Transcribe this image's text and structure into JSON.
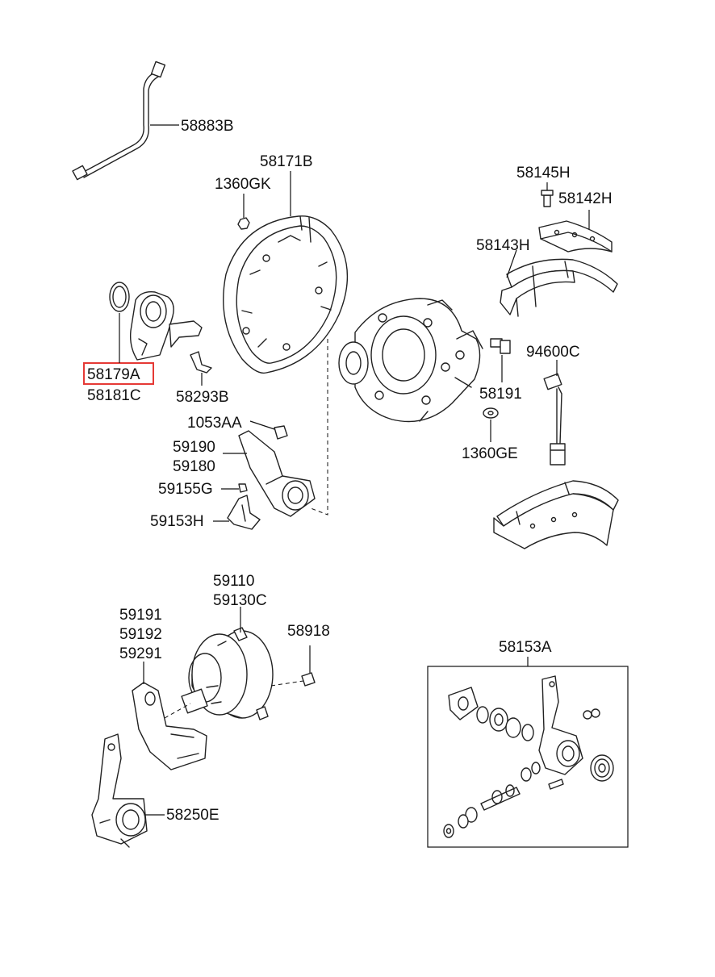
{
  "labels": {
    "l58883B": "58883B",
    "l58171B": "58171B",
    "l1360GK": "1360GK",
    "l58145H": "58145H",
    "l58142H": "58142H",
    "l58143H": "58143H",
    "l58179A": "58179A",
    "l58181C": "58181C",
    "l58293B": "58293B",
    "l94600C": "94600C",
    "l58191": "58191",
    "l1053AA": "1053AA",
    "l59190": "59190",
    "l59180": "59180",
    "l1360GE": "1360GE",
    "l59155G": "59155G",
    "l59153H": "59153H",
    "l59110": "59110",
    "l59130C": "59130C",
    "l59191": "59191",
    "l59192": "59192",
    "l59291": "59291",
    "l58918": "58918",
    "l58153A": "58153A",
    "l58250E": "58250E"
  },
  "highlight": {
    "part_number": "58179A",
    "color": "#e53935"
  },
  "colors": {
    "line": "#222222",
    "background": "#ffffff"
  }
}
